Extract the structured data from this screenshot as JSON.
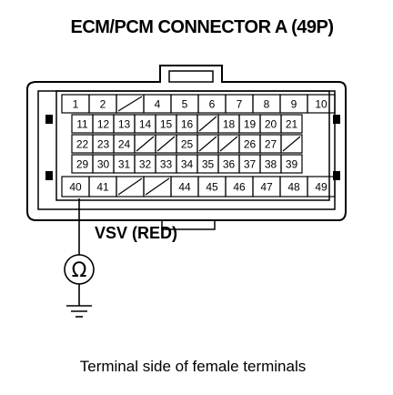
{
  "title": "ECM/PCM CONNECTOR A (49P)",
  "circuit_label": "VSV (RED)",
  "meter_symbol": "Ω",
  "caption": "Terminal side of female terminals",
  "connector": {
    "rows": [
      [
        "1",
        "2",
        "",
        "4",
        "5",
        "6",
        "7",
        "8",
        "9",
        "10"
      ],
      [
        "11",
        "12",
        "13",
        "14",
        "15",
        "16",
        "",
        "18",
        "19",
        "20",
        "21"
      ],
      [
        "22",
        "23",
        "24",
        "",
        "",
        "25",
        "",
        "",
        "26",
        "27",
        ""
      ],
      [
        "29",
        "30",
        "31",
        "32",
        "33",
        "34",
        "35",
        "36",
        "37",
        "38",
        "39"
      ],
      [
        "40",
        "41",
        "",
        "",
        "44",
        "45",
        "46",
        "47",
        "48",
        "49"
      ]
    ],
    "probed_terminal": "40"
  }
}
